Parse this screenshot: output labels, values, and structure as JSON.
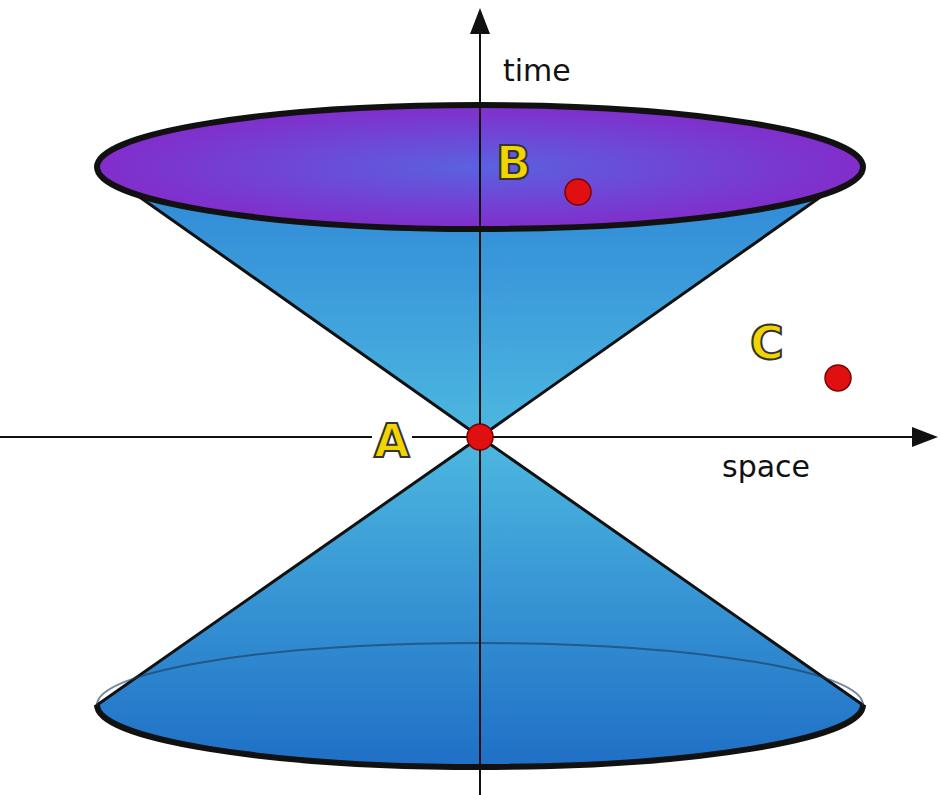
{
  "diagram": {
    "labels": [
      "time",
      "B",
      "C",
      "A",
      "space"
    ]
  }
}
